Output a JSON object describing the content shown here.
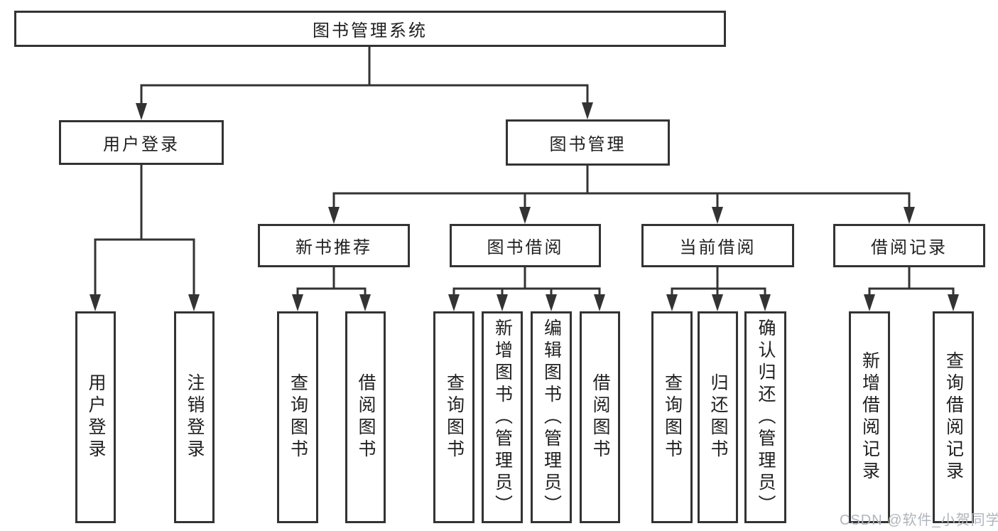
{
  "diagram_title": "图书管理系统",
  "colors": {
    "line": "#333333",
    "text": "#1f1f1f",
    "background": "#ffffff",
    "watermark": "#b0b5bd"
  },
  "watermark": {
    "text": "CSDN @软件_小贺同学"
  },
  "tree": {
    "root": {
      "label": "图书管理系统"
    },
    "branches": [
      {
        "label": "用户登录",
        "children": [
          {
            "label": "用户登录"
          },
          {
            "label": "注销登录"
          }
        ]
      },
      {
        "label": "图书管理",
        "children": [
          {
            "label": "新书推荐",
            "children": [
              {
                "label": "查询图书"
              },
              {
                "label": "借阅图书"
              }
            ]
          },
          {
            "label": "图书借阅",
            "children": [
              {
                "label": "查询图书"
              },
              {
                "label": "新增图书（管理员）"
              },
              {
                "label": "编辑图书（管理员）"
              },
              {
                "label": "借阅图书"
              }
            ]
          },
          {
            "label": "当前借阅",
            "children": [
              {
                "label": "查询图书"
              },
              {
                "label": "归还图书"
              },
              {
                "label": "确认归还（管理员）"
              }
            ]
          },
          {
            "label": "借阅记录",
            "children": [
              {
                "label": "新增借阅记录"
              },
              {
                "label": "查询借阅记录"
              }
            ]
          }
        ]
      }
    ]
  }
}
